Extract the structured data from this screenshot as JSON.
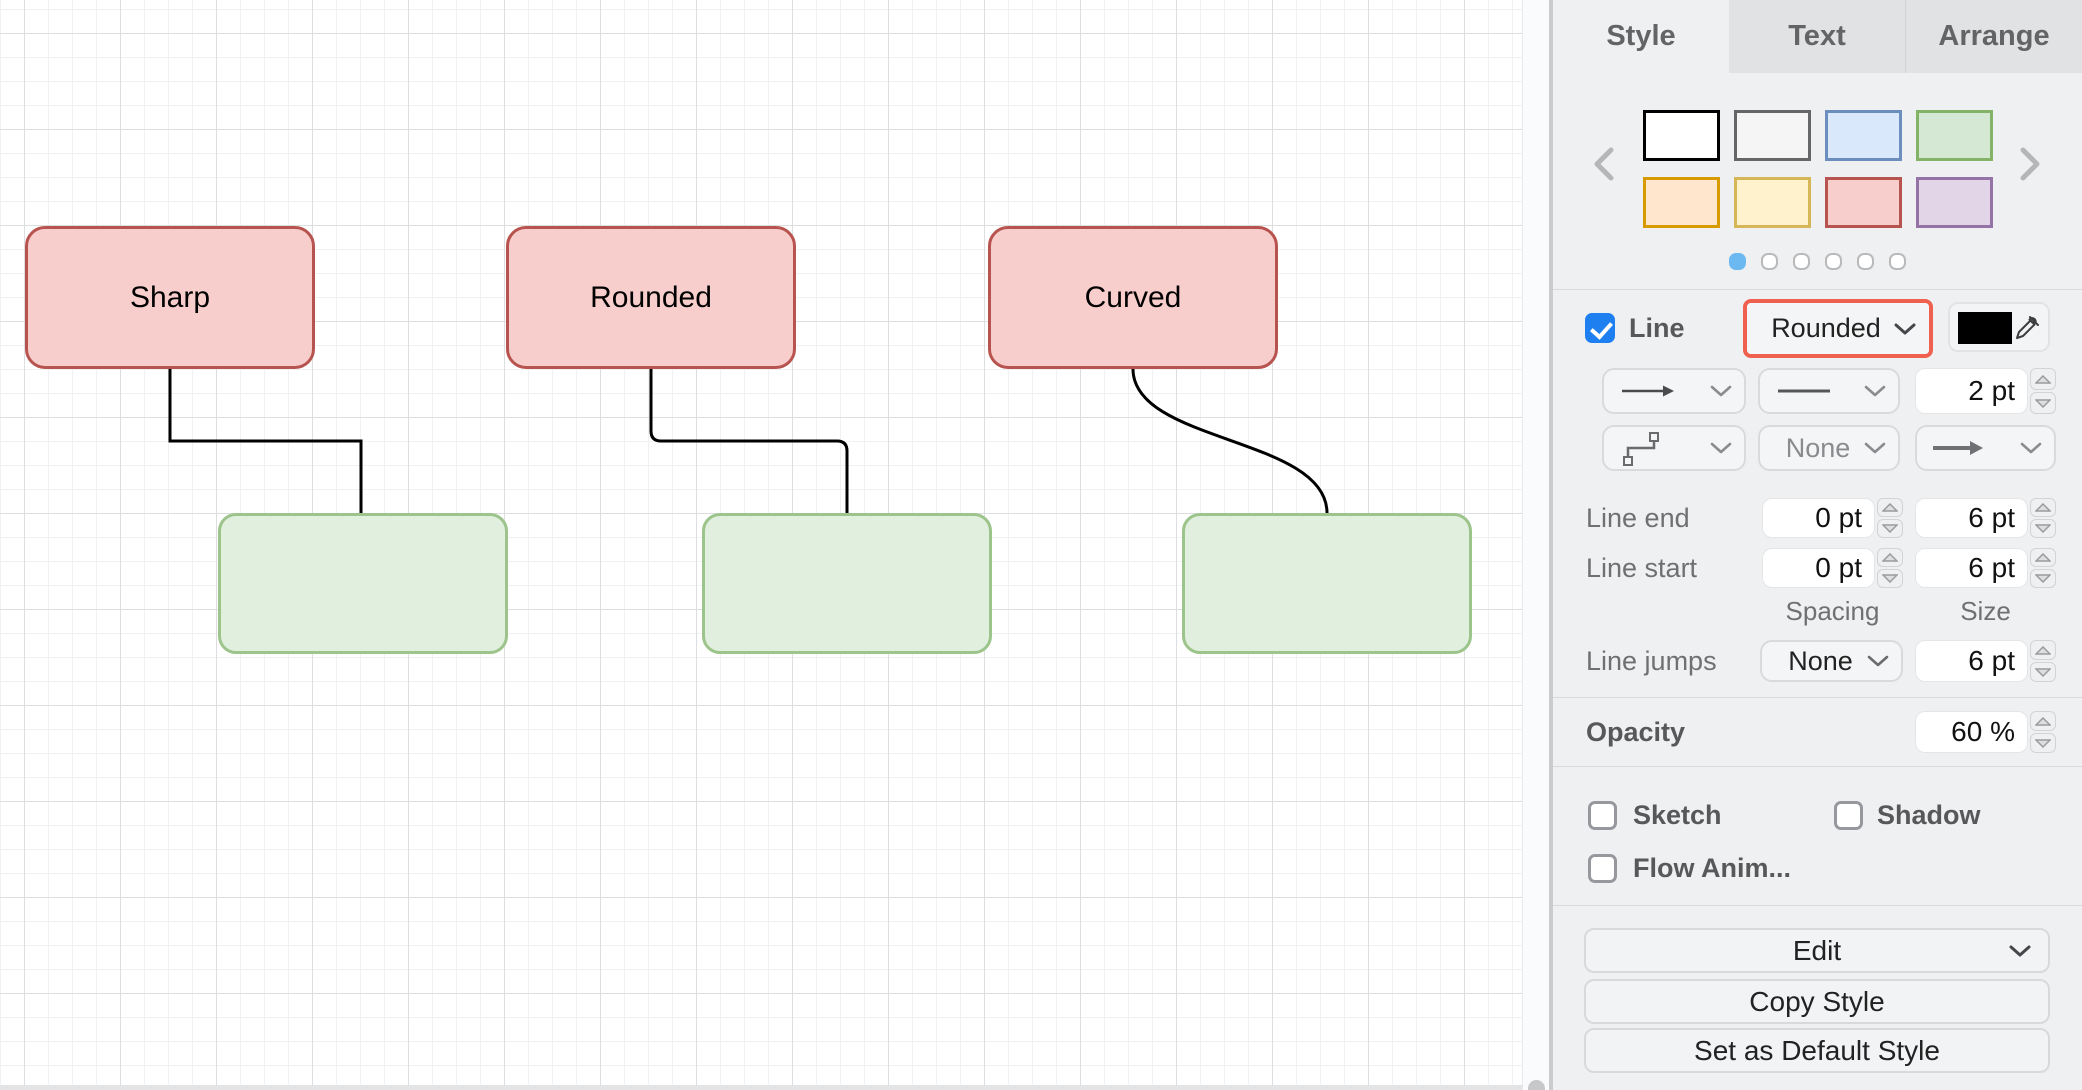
{
  "canvas": {
    "nodes": [
      {
        "kind": "red",
        "label": "Sharp"
      },
      {
        "kind": "red",
        "label": "Rounded"
      },
      {
        "kind": "red",
        "label": "Curved"
      },
      {
        "kind": "green",
        "label": ""
      },
      {
        "kind": "green",
        "label": ""
      },
      {
        "kind": "green",
        "label": ""
      }
    ],
    "colors": {
      "red_fill": "#f8cecc",
      "red_stroke": "#b85450",
      "green_fill": "#e1efdf",
      "green_stroke": "#9cc48b",
      "edge": "#000000"
    },
    "edges": [
      {
        "style": "sharp"
      },
      {
        "style": "rounded"
      },
      {
        "style": "curved"
      }
    ]
  },
  "panel": {
    "tabs": [
      {
        "label": "Style"
      },
      {
        "label": "Text"
      },
      {
        "label": "Arrange"
      }
    ],
    "active_tab": "Style",
    "swatches": [
      {
        "fill": "#ffffff",
        "stroke": "#000000"
      },
      {
        "fill": "#f5f5f5",
        "stroke": "#666666"
      },
      {
        "fill": "#dae8fc",
        "stroke": "#6c8ebf"
      },
      {
        "fill": "#d5e8d4",
        "stroke": "#82b366"
      },
      {
        "fill": "#ffe6cc",
        "stroke": "#d79b00"
      },
      {
        "fill": "#fff2cc",
        "stroke": "#d6b656"
      },
      {
        "fill": "#f8cecc",
        "stroke": "#b85450"
      },
      {
        "fill": "#e1d5e7",
        "stroke": "#9673a6"
      }
    ],
    "pager": {
      "count": 6,
      "active_index": 0,
      "active_color": "#6cb9f2"
    },
    "line": {
      "label": "Line",
      "checked": true,
      "corner_style": "Rounded",
      "corner_highlight": "#f0604e",
      "color": "#000000",
      "width": "2 pt",
      "connection": "None",
      "end_label": "Line end",
      "end_spacing": "0 pt",
      "end_size": "6 pt",
      "start_label": "Line start",
      "start_spacing": "0 pt",
      "start_size": "6 pt",
      "spacing_col": "Spacing",
      "size_col": "Size",
      "jumps_label": "Line jumps",
      "jumps": "None",
      "jumps_size": "6 pt"
    },
    "opacity": {
      "label": "Opacity",
      "value": "60 %"
    },
    "toggles": [
      {
        "label": "Sketch",
        "checked": false
      },
      {
        "label": "Shadow",
        "checked": false
      },
      {
        "label": "Flow Anim...",
        "checked": false
      }
    ],
    "buttons": [
      {
        "label": "Edit"
      },
      {
        "label": "Copy Style"
      },
      {
        "label": "Set as Default Style"
      }
    ],
    "icons": {
      "chevron-down": "v",
      "eyedropper": "pipette",
      "arrow-start": "thin right arrow",
      "line-pattern": "solid line",
      "waypoints": "elbow connector",
      "arrow-end": "bold right arrow",
      "stepper": "up/down triangles",
      "pager-prev": "<",
      "pager-next": ">"
    }
  }
}
